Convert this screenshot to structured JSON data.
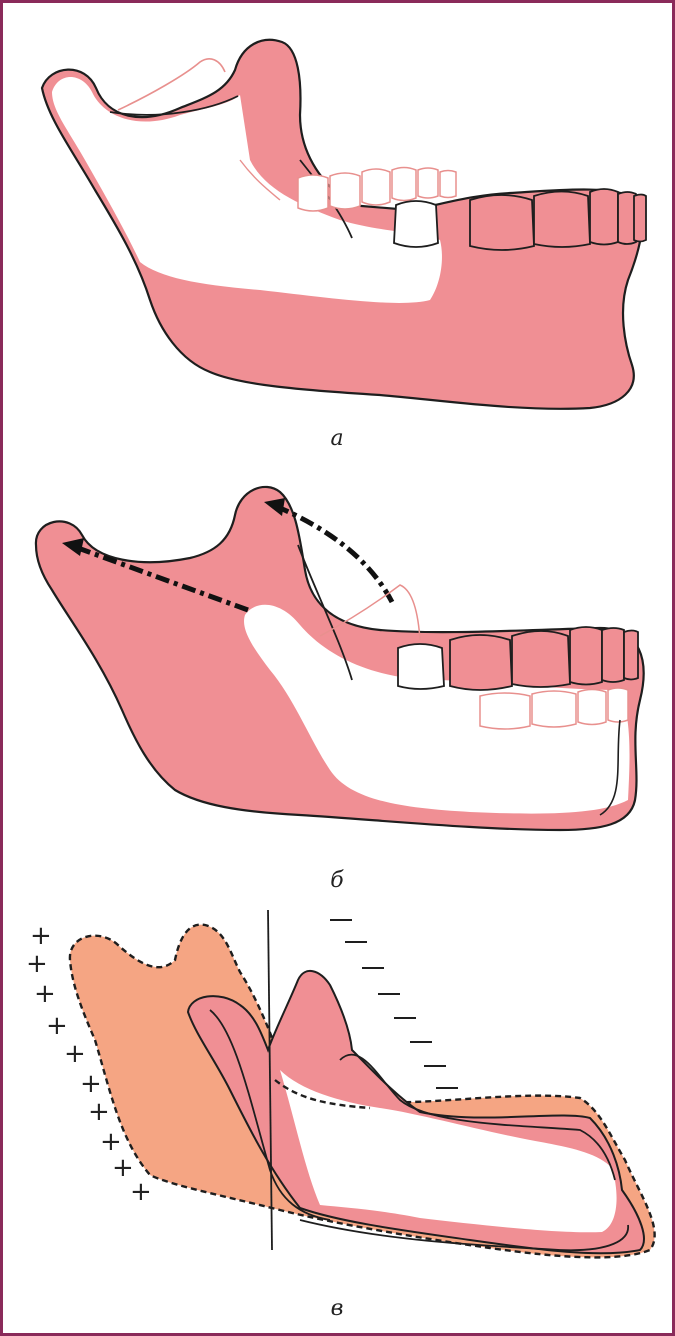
{
  "panels": [
    {
      "label": "а"
    },
    {
      "label": "б"
    },
    {
      "label": "в"
    }
  ],
  "signs": {
    "plus": "+",
    "minus": "–"
  },
  "colors": {
    "bone_pink": "#f08f94",
    "bone_salmon": "#f5a583",
    "outline": "#1e1e1e",
    "thin_outline": "#e8908e",
    "frame": "#8a2a5a"
  }
}
